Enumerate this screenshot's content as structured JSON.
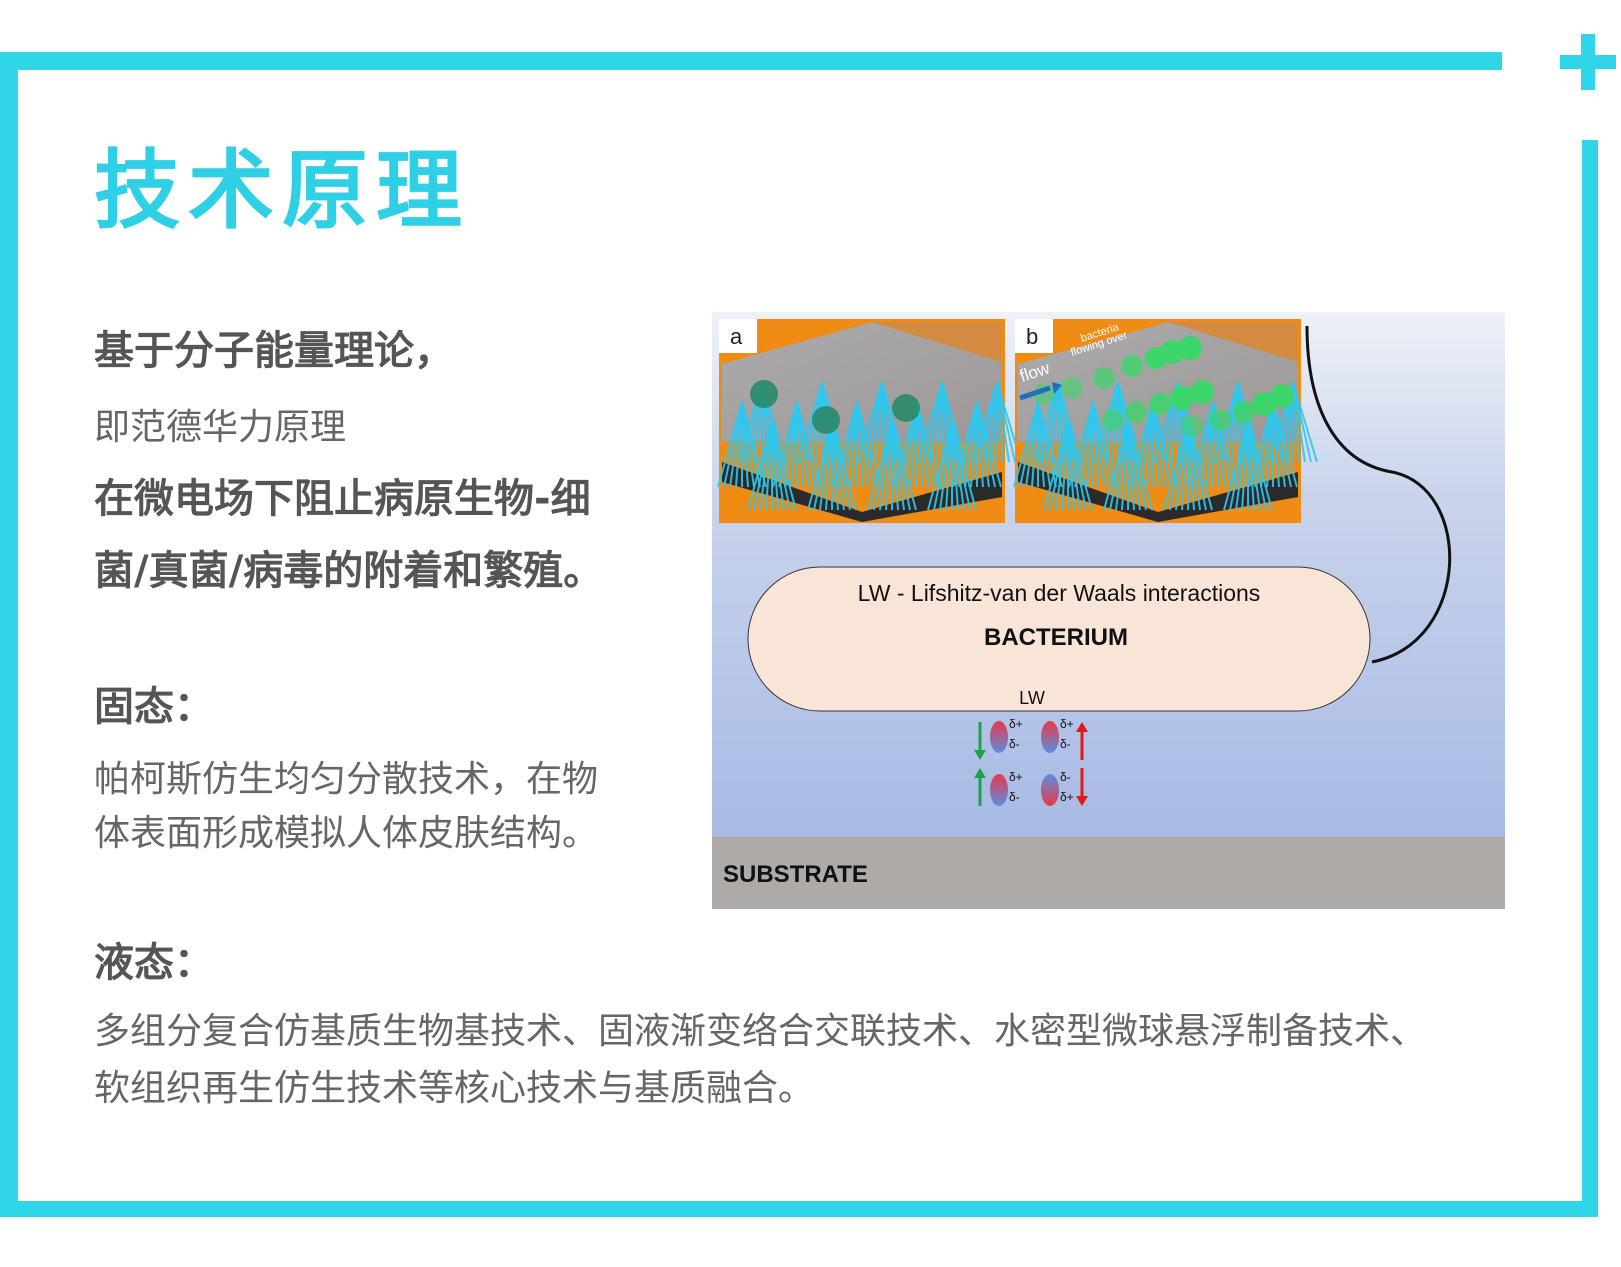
{
  "title": "技术原理",
  "intro": {
    "line1": "基于分子能量理论，",
    "line2": "即范德华力原理",
    "line3": "在微电场下阻止病原生物-细",
    "line4": "菌/真菌/病毒的附着和繁殖。"
  },
  "solid": {
    "heading": "固态：",
    "line1": "帕柯斯仿生均匀分散技术，在物",
    "line2": "体表面形成模拟人体皮肤结构。"
  },
  "liquid": {
    "heading": "液态：",
    "line1": "多组分复合仿基质生物基技术、固液渐变络合交联技术、水密型微球悬浮制备技术、",
    "line2": "软组织再生仿生技术等核心技术与基质融合。"
  },
  "figure": {
    "panel_a_label": "a",
    "panel_b_label": "b",
    "flow_label": "flow",
    "bacteria_flow_label_1": "bacteria",
    "bacteria_flow_label_2": "flowing over",
    "interaction_label": "LW - Lifshitz-van der Waals interactions",
    "bacterium_label": "BACTERIUM",
    "lw_label": "LW",
    "substrate_label": "SUBSTRATE",
    "dipole_charges": [
      "δ+",
      "δ-",
      "δ+",
      "δ-",
      "δ+",
      "δ-",
      "δ-",
      "δ+"
    ],
    "colors": {
      "accent": "#2fd6ea",
      "panel_orange": "#f08c14",
      "bacterium_fill": "#f9e4d8",
      "substrate": "#aeaaa8",
      "arrow_green": "#1aa34a",
      "arrow_red": "#e01818"
    }
  }
}
